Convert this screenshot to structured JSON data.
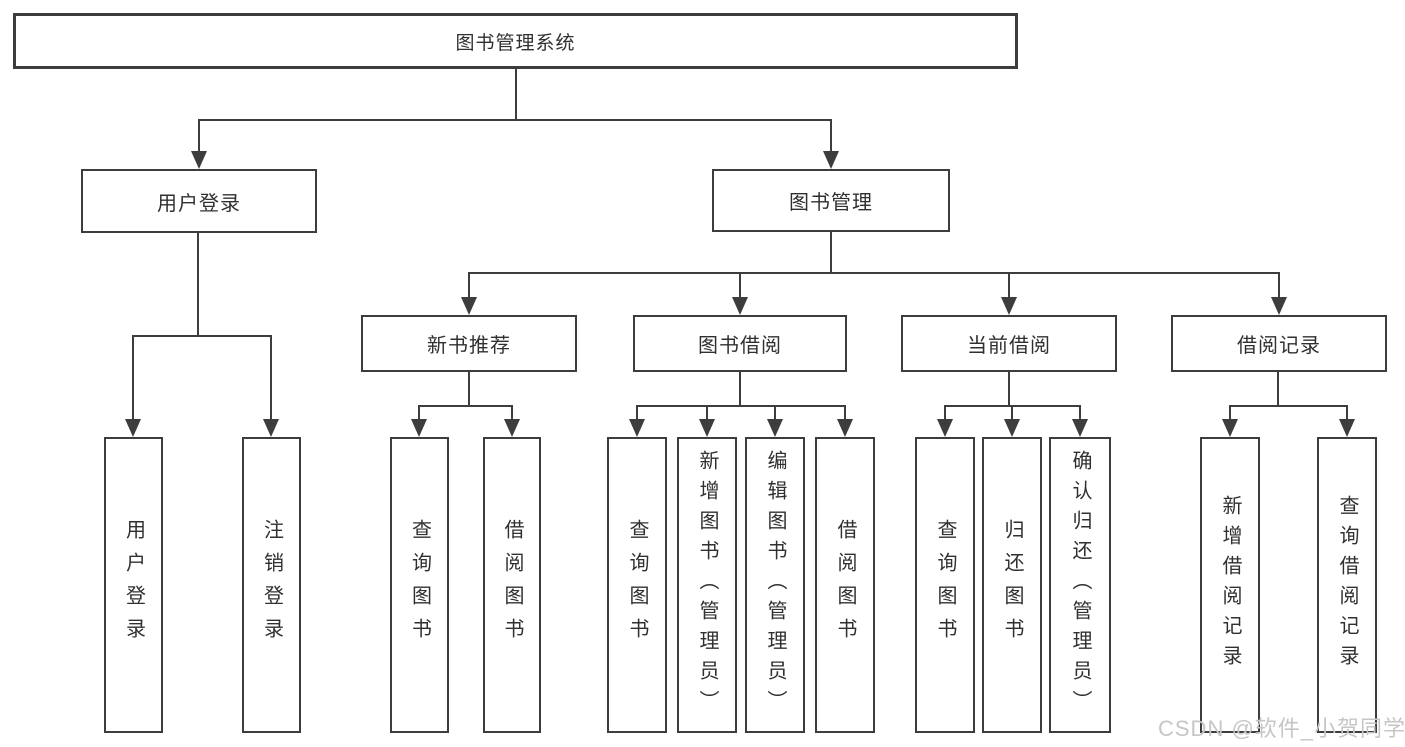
{
  "tree": {
    "root": {
      "label": "图书管理系统",
      "children": [
        {
          "label": "用户登录",
          "children": [
            {
              "label": "用户登录"
            },
            {
              "label": "注销登录"
            }
          ]
        },
        {
          "label": "图书管理",
          "children": [
            {
              "label": "新书推荐",
              "children": [
                {
                  "label": "查询图书"
                },
                {
                  "label": "借阅图书"
                }
              ]
            },
            {
              "label": "图书借阅",
              "children": [
                {
                  "label": "查询图书"
                },
                {
                  "label": "新增图书（管理员）"
                },
                {
                  "label": "编辑图书（管理员）"
                },
                {
                  "label": "借阅图书"
                }
              ]
            },
            {
              "label": "当前借阅",
              "children": [
                {
                  "label": "查询图书"
                },
                {
                  "label": "归还图书"
                },
                {
                  "label": "确认归还（管理员）"
                }
              ]
            },
            {
              "label": "借阅记录",
              "children": [
                {
                  "label": "新增借阅记录"
                },
                {
                  "label": "查询借阅记录"
                }
              ]
            }
          ]
        }
      ]
    }
  },
  "watermark": {
    "text": "CSDN @软件_小贺同学"
  },
  "colors": {
    "line": "#3d3d3d",
    "text": "#303030",
    "watermark": "#c6c6c6",
    "background": "#ffffff"
  }
}
